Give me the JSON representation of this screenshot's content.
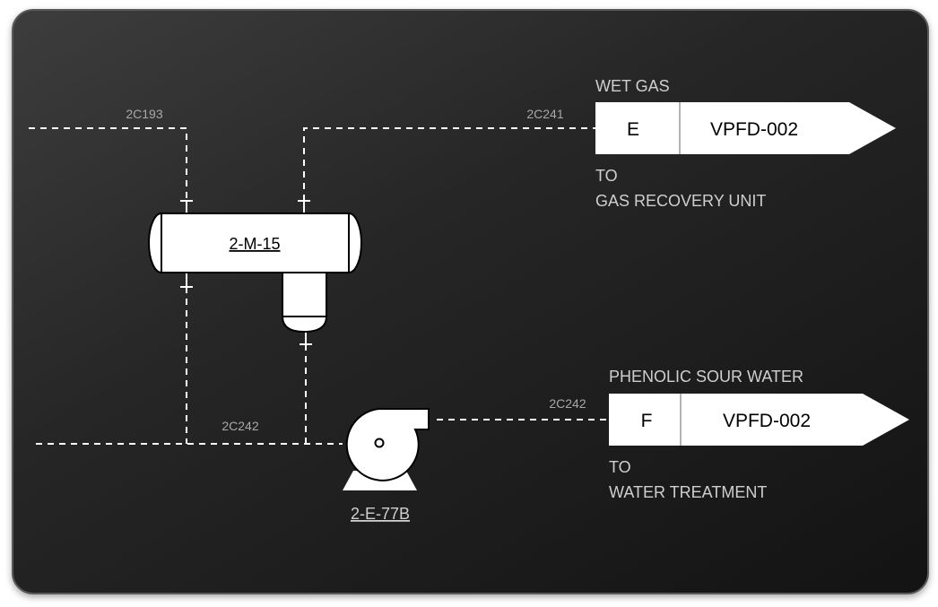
{
  "lines": {
    "feed_in": "2C193",
    "gas_out": "2C241",
    "water_bottom": "2C242",
    "water_out": "2C242"
  },
  "equipment": {
    "drum": "2-M-15",
    "pump": "2-E-77B"
  },
  "offpage": [
    {
      "caption": "WET GAS",
      "letter": "E",
      "code": "VPFD-002",
      "dest_line1": "TO",
      "dest_line2": "GAS RECOVERY UNIT"
    },
    {
      "caption": "PHENOLIC SOUR WATER",
      "letter": "F",
      "code": "VPFD-002",
      "dest_line1": "TO",
      "dest_line2": "WATER TREATMENT"
    }
  ]
}
